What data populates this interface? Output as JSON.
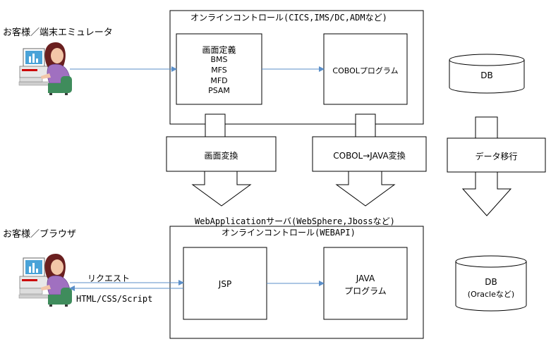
{
  "top": {
    "customer_label": "お客様／端末エミュレータ",
    "online_title": "オンラインコントロール(CICS,IMS/DC,ADMなど)",
    "screen_def": {
      "title": "画面定義",
      "items": [
        "BMS",
        "MFS",
        "MFD",
        "PSAM"
      ]
    },
    "cobol_program": "COBOLプログラム",
    "db": "DB"
  },
  "conversions": {
    "screen": "画面変換",
    "cobol_java": "COBOL→JAVA変換",
    "data": "データ移行"
  },
  "bottom": {
    "customer_label": "お客様／ブラウザ",
    "platform": "WebApplicationサーバ(WebSphere,Jbossなど)",
    "online_title": "オンラインコントロール(WEBAPI)",
    "request": "リクエスト",
    "response": "HTML/CSS/Script",
    "jsp": "JSP",
    "java": [
      "JAVA",
      "プログラム"
    ],
    "db": [
      "DB",
      "(Oracleなど)"
    ]
  },
  "colors": {
    "arrow": "#5b8fc9",
    "stroke": "#000000",
    "monitor": "#4aa3d8",
    "shirt": "#a070c0",
    "hair": "#6a1f1f",
    "chair": "#3f8c5c",
    "desk": "#cfcfcf"
  }
}
